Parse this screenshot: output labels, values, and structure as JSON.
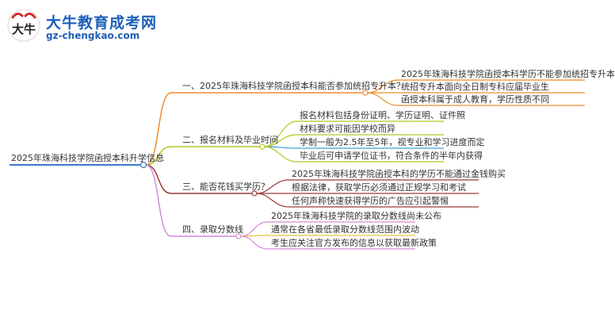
{
  "logo": {
    "title": "大牛教育成考网",
    "url": "gz-chengkao.com",
    "mark_text": "大牛"
  },
  "root": {
    "label": "2025年珠海科技学院函授本科升学信息"
  },
  "branches": [
    {
      "label": "一、2025年珠海科技学院函授本科能否参加统招专升本？",
      "color": "#f08c2a",
      "leaves": [
        "2025年珠海科技学院函授本科学历不能参加统招专升本",
        "统招专升本面向全日制专科应届毕业生",
        "函授本科属于成人教育，学历性质不同"
      ]
    },
    {
      "label": "二、报名材料及毕业时间",
      "color": "#b8c51a",
      "leaves": [
        "报名材料包括身份证明、学历证明、证件照",
        "材料要求可能因学校而异",
        "学制一般为2.5年至5年，视专业和学习进度而定",
        "毕业后可申请学位证书，符合条件的半年内获得"
      ],
      "leaf_colors": [
        "#b8c51a",
        "#b8c51a",
        "#3aa0d8",
        "#b8c51a"
      ]
    },
    {
      "label": "三、能否花钱买学历？",
      "color": "#9b3b3b",
      "leaves": [
        "2025年珠海科技学院函授本科的学历不能通过金钱购买",
        "根据法律，获取学历必须通过正规学习和考试",
        "任何声称快速获得学历的广告应引起警惕"
      ]
    },
    {
      "label": "四、录取分数线",
      "color": "#d48ad8",
      "leaves": [
        "2025年珠海科技学院的录取分数线尚未公布",
        "通常在各省最低录取分数线范围内波动",
        "考生应关注官方发布的信息以获取最新政策"
      ],
      "leaf_colors": [
        "#d48ad8",
        "#e8c23a",
        "#d48ad8"
      ]
    }
  ],
  "root_color": "#3a7bc8"
}
